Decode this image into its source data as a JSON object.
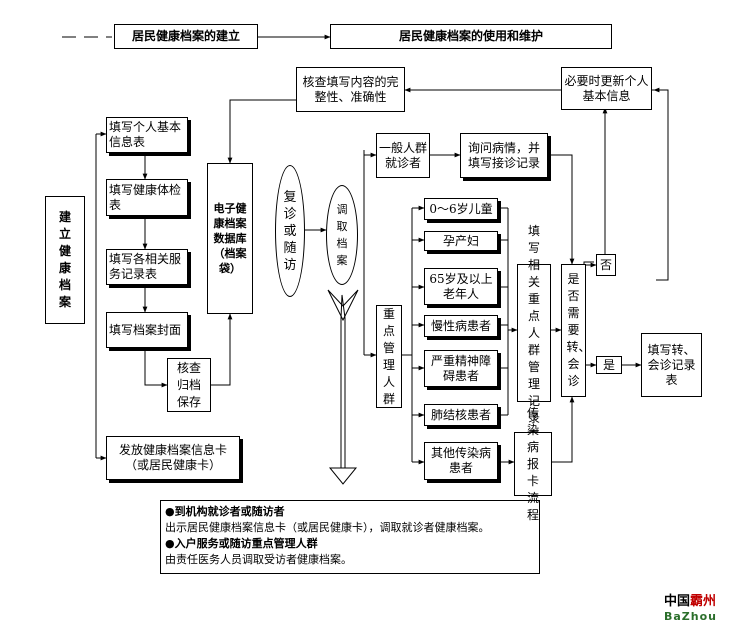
{
  "legend": {
    "establish": "居民健康档案的建立",
    "use": "居民健康档案的使用和维护"
  },
  "nodes": {
    "build_record": "建立健康档案",
    "fill_basic": "填写个人基本信息表",
    "fill_health": "填写健康体检表",
    "fill_service": "填写各相关服务记录表",
    "fill_cover": "填写档案封面",
    "archive": "核查归档保存",
    "issue_card": "发放健康档案信息卡\n（或居民健康卡）",
    "ehr_db": "电子健康档案数据库（档案袋）",
    "verify": "核查填写内容的完整性、准确性",
    "revisit": "复诊或随访",
    "retrieve": "调取档案",
    "general_pop": "一般人群就诊者",
    "inquire": "询问病情，并填写接诊记录",
    "key_pop": "重点管理人群",
    "child": "0～6岁儿童",
    "pregnant": "孕产妇",
    "elderly": "65岁及以上老年人",
    "chronic": "慢性病患者",
    "mental": "严重精神障碍患者",
    "tb": "肺结核患者",
    "infectious": "其他传染病患者",
    "fill_key_records": "填写相关重点人群管理记录表",
    "infect_report": "传染病报卡流程",
    "need_referral": "是否需要转、会诊",
    "no": "否",
    "yes": "是",
    "fill_referral": "填写转、会诊记录表",
    "update_info": "必要时更新个人基本信息"
  },
  "note": {
    "h1": "●到机构就诊者或随访者",
    "t1": "出示居民健康档案信息卡（或居民健康卡），调取就诊者健康档案。",
    "h2": "●入户服务或随访重点管理人群",
    "t2": "由责任医务人员调取受访者健康档案。"
  },
  "watermark": {
    "cn1": "中国",
    "cn2": "霸州",
    "en": "BaZhou"
  }
}
